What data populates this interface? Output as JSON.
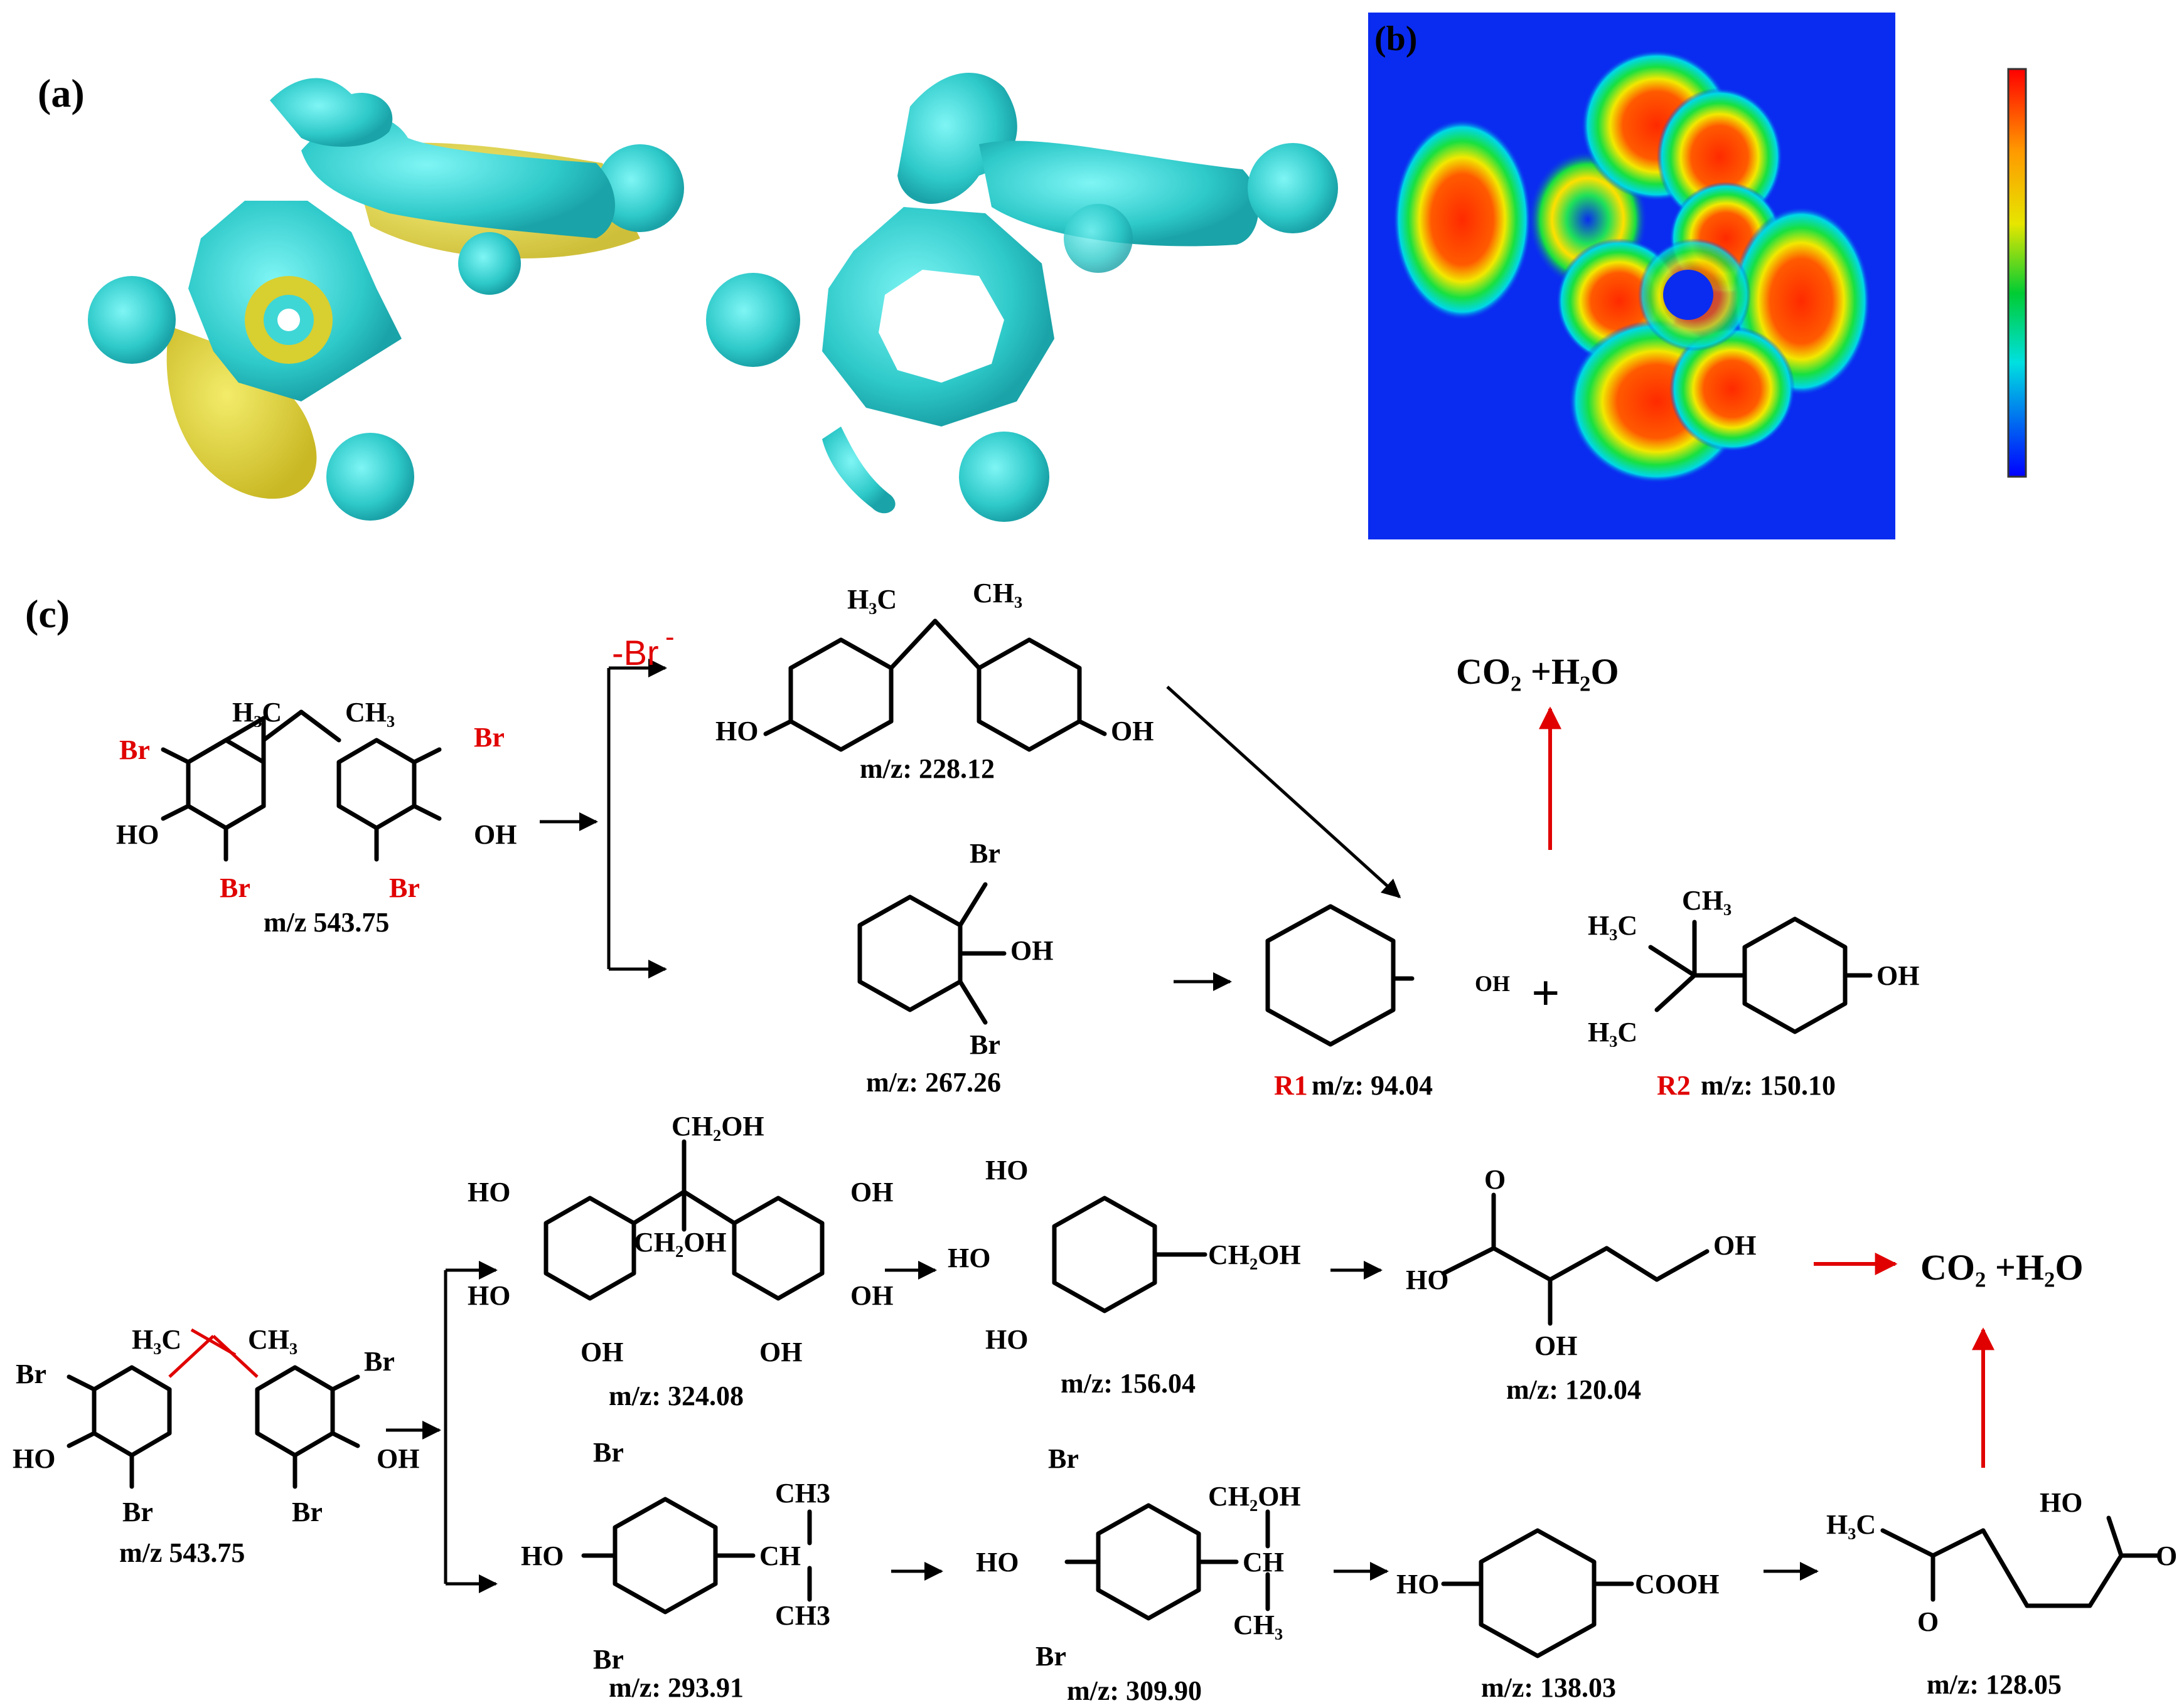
{
  "panels": {
    "a": "(a)",
    "b": "(b)",
    "c": "(c)"
  },
  "colors": {
    "isosurface_cyan": "#3fd6d6",
    "isosurface_yellow": "#e0d33a",
    "map_background": "#0a2cf0",
    "arrow_red": "#e00000"
  },
  "scheme_top": {
    "start_mz": "m/z 543.75",
    "loss_label": "-Br",
    "loss_sup": "-",
    "bpa_mz": "m/z: 228.12",
    "dibromophenol_mz": "m/z: 267.26",
    "r1_tag": "R1",
    "r1_mz": "m/z: 94.04",
    "r2_tag": "R2",
    "r2_mz": "m/z: 150.10",
    "plus": "+",
    "product": "CO₂ +H₂O"
  },
  "scheme_bottom": {
    "start_mz": "m/z 543.75",
    "p1_mz": "m/z: 324.08",
    "p2_mz": "m/z: 156.04",
    "p3_mz": "m/z: 120.04",
    "p4_mz": "m/z: 293.91",
    "p5_mz": "m/z: 309.90",
    "p6_mz": "m/z: 138.03",
    "p7_mz": "m/z: 128.05",
    "product": "CO₂ +H₂O"
  },
  "atoms": {
    "br": "Br",
    "ho": "HO",
    "oh": "OH",
    "h3c": "H₃C",
    "ch3": "CH₃",
    "ch3_plain": "CH3",
    "ch": "CH",
    "ch2oh": "CH₂OH",
    "cooh": "COOH",
    "o": "O"
  }
}
